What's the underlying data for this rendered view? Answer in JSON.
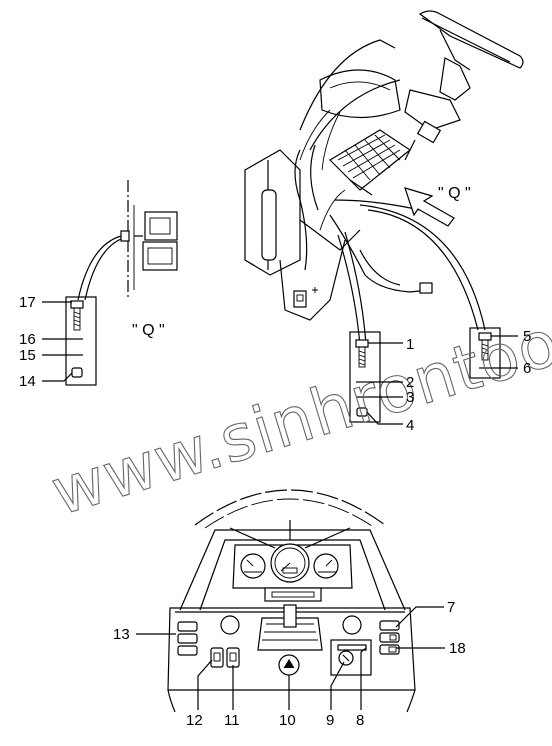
{
  "callouts": {
    "c1": "1",
    "c2": "2",
    "c3": "3",
    "c4": "4",
    "c5": "5",
    "c6": "6",
    "c7": "7",
    "c8": "8",
    "c9": "9",
    "c10": "10",
    "c11": "11",
    "c12": "12",
    "c13": "13",
    "c14": "14",
    "c15": "15",
    "c16": "16",
    "c17": "17",
    "c18": "18"
  },
  "view_label_top": "\" Q \"",
  "view_label_left": "\" Q \"",
  "watermark": "www.sinhrontoo.kz"
}
